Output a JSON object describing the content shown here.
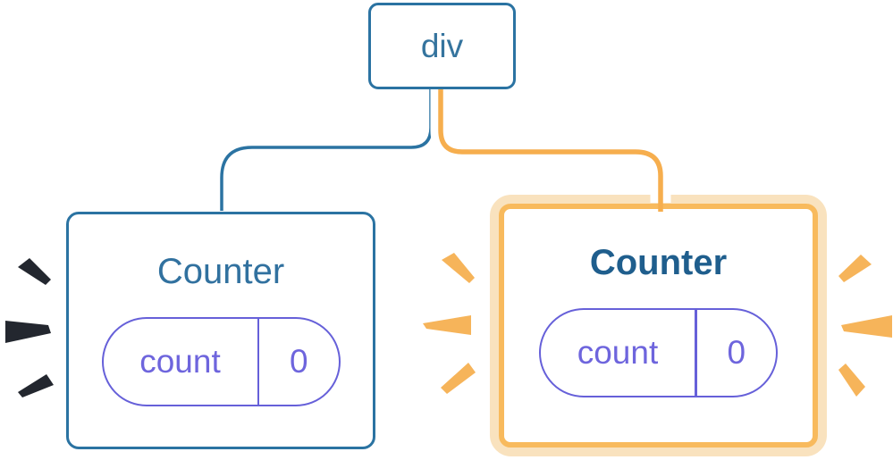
{
  "diagram": {
    "description": "React component tree: a div parent with two Counter children; the right Counter is highlighted as just rendered",
    "root": {
      "label": "div"
    },
    "children": [
      {
        "title": "Counter",
        "state": {
          "key": "count",
          "value": "0"
        },
        "highlighted": false
      },
      {
        "title": "Counter",
        "state": {
          "key": "count",
          "value": "0"
        },
        "highlighted": true
      }
    ]
  },
  "colors": {
    "background": "#FFFFFF",
    "blue_border": "#2B73A2",
    "blue_text": "#35749E",
    "counter_title": "#31719F",
    "counter_title_highlighted": "#1F5E8D",
    "pill_purple": "#6660D9",
    "pill_text_purple": "#6E65DD",
    "connector_blue": "#2B73A2",
    "connector_orange": "#F6AE4E",
    "connector_casing": "#FFFFFF",
    "highlight_border_orange": "#F8BA5D",
    "highlight_border_light": "#F9E2BE",
    "burst_orange": "#F6B45A",
    "burst_dark": "#23272F"
  }
}
